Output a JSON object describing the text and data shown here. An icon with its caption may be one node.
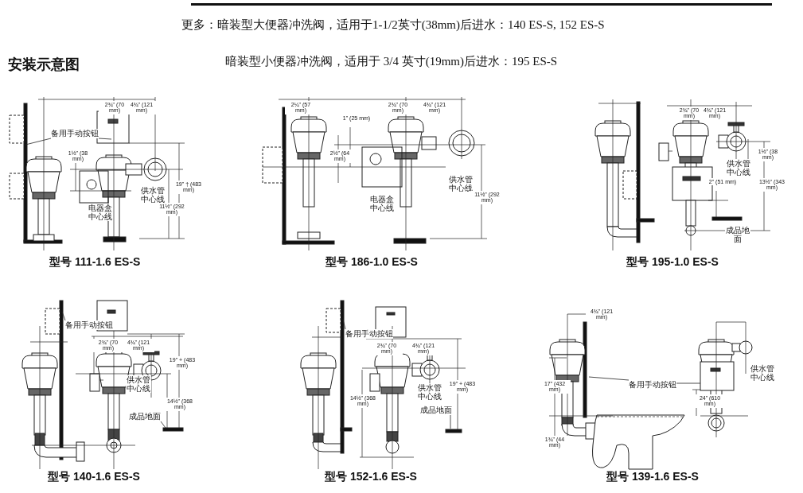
{
  "diagram": {
    "nodes": [
      {
        "text": [
          "备用手动按钮"
        ]
      },
      {
        "text": [
          "备用手动按钮"
        ]
      },
      {
        "text": [
          "成品地面"
        ]
      },
      {
        "text": [
          "备用手动按钮"
        ]
      },
      {
        "text": [
          "成品地面"
        ]
      },
      {
        "text": [
          "备用手动按钮"
        ]
      }
    ],
    "edges": [
      {
        "from": 0,
        "to": null,
        "arrow": "none"
      },
      {
        "from": 0,
        "to": null,
        "arrow": "none"
      },
      {
        "from": 1,
        "to": null,
        "arrow": "none"
      },
      {
        "from": 2,
        "to": null,
        "arrow": "none"
      },
      {
        "from": 3,
        "to": null,
        "arrow": "none"
      },
      {
        "from": 4,
        "to": null,
        "arrow": "none"
      },
      {
        "from": 5,
        "to": null,
        "arrow": "none"
      },
      {
        "from": 5,
        "to": null,
        "arrow": "none"
      }
    ],
    "labels": [
      "更多：暗装型大便器冲洗阀，适用于1-1/2英寸(38mm)后进水：140 ES-S, 152 ES-S",
      "安装示意图",
      "暗装型小便器冲洗阀，适用于 3/4 英寸(19mm)后进水：195 ES-S",
      "2¾\" (70 mm)",
      "4¾\" (121 mm)",
      "1½\" (38 mm)",
      "19\" † (483 mm)",
      "11½\" (292 mm)",
      "供水管中心线",
      "电器盒中心线",
      "型号 111-1.6 ES-S",
      "2¼\" (57 mm)",
      "2¾\" (70 mm)",
      "4¾\" (121 mm)",
      "1\" (25 mm)",
      "2½\" (64 mm)",
      "供水管中心线",
      "电器盒中心线",
      "11½\" (292 mm)",
      "型号 186-1.0 ES-S",
      "2¾\" (70 mm)",
      "4¾\" (121 mm)",
      "1½\" (38 mm)",
      "供水管中心线",
      "2\" (51 mm)",
      "13½\" (343 mm)",
      "成品地面",
      "型号 195-1.0 ES-S",
      "2¾\" (70 mm)",
      "4¾\" (121 mm)",
      "供水管中心线",
      "19\" + (483 mm)",
      "14½\" (368 mm)",
      "型号 140-1.6 ES-S",
      "2¾\" (70 mm)",
      "4¾\" (121 mm)",
      "供水管中心线",
      "19\" + (483 mm)",
      "14½\" (368 mm)",
      "型号 152-1.6 ES-S",
      "4¾\" (121 mm)",
      "17\" (432 mm)",
      "1¾\" (44 mm)",
      "24\" (610 mm)",
      "型号 139-1.6 ES-S",
      "供水管中心线"
    ]
  }
}
